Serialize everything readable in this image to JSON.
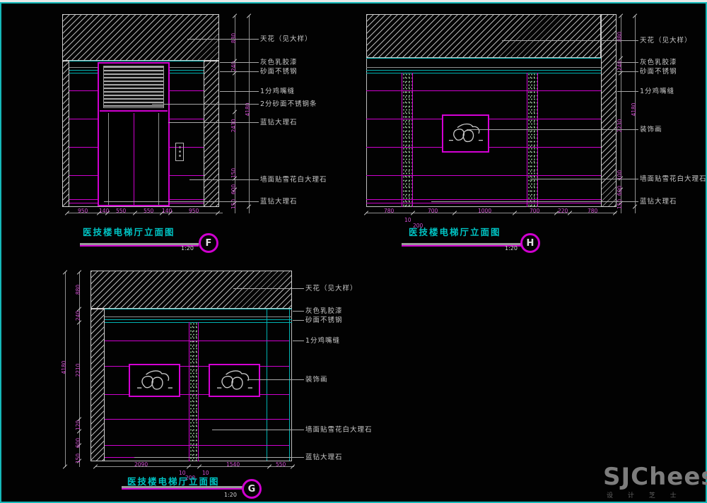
{
  "colors": {
    "magenta": "#cf00cf",
    "cyan": "#00b2b2",
    "line_grey": "#c8c8c8",
    "dim_text": "#d24fd2",
    "title_cyan": "#00c2c2"
  },
  "watermark": {
    "brand": "SJCheese",
    "caption": "设 计 芝 士"
  },
  "f": {
    "title": "医技楼电梯厅立面图",
    "scale": "1:20",
    "tag": "F",
    "annotations": [
      "天花（见大样）",
      "灰色乳胶漆",
      "砂面不锈钢",
      "1分鸡嘴缝",
      "2分砂面不锈钢条",
      "蓝钻大理石",
      "墙面贴雪花白大理石",
      "蓝钻大理石"
    ],
    "dims_bottom": [
      "950",
      "140",
      "550",
      "550",
      "140",
      "950"
    ],
    "dims_right": [
      "880",
      "240",
      "2430",
      "150",
      "600",
      "150"
    ],
    "dim_total": "4180"
  },
  "h": {
    "title": "医技楼电梯厅立面图",
    "scale": "1:20",
    "tag": "H",
    "annotations": [
      "天花（见大样）",
      "灰色乳胶漆",
      "砂面不锈钢",
      "1分鸡嘴缝",
      "装饰画",
      "墙面贴雪花白大理石",
      "蓝钻大理石"
    ],
    "dims_bottom": [
      "780",
      "700",
      "1000",
      "700",
      "220",
      "780"
    ],
    "dims_sub": [
      "10",
      "200"
    ],
    "dims_right": [
      "880",
      "240",
      "2230",
      "100",
      "600",
      "150"
    ],
    "dim_total": "4180"
  },
  "g": {
    "title": "医技楼电梯厅立面图",
    "scale": "1:20",
    "tag": "G",
    "annotations": [
      "天花（见大样）",
      "灰色乳胶漆",
      "砂面不锈钢",
      "1分鸡嘴缝",
      "装饰画",
      "墙面贴雪花白大理石",
      "蓝钻大理石"
    ],
    "dims_bottom": [
      "2090",
      "1540",
      "550"
    ],
    "dims_sub": [
      "10",
      "200",
      "10"
    ],
    "dims_left": [
      "880",
      "240",
      "2210",
      "120",
      "600",
      "150"
    ],
    "dim_total": "4180"
  }
}
